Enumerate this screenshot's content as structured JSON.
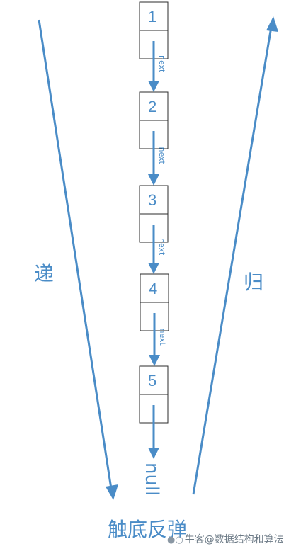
{
  "diagram": {
    "nodes": [
      "1",
      "2",
      "3",
      "4",
      "5"
    ],
    "link_label": "next",
    "terminal_label": "null",
    "recursion_label": "递",
    "return_label": "归",
    "bottom_label": "触底反弹",
    "watermark_text": "牛客@数据结构和算法",
    "watermark_icon": "wechat-bubble",
    "accent_color": "#4a8cc7",
    "node_border_color": "#2b2b2b"
  }
}
